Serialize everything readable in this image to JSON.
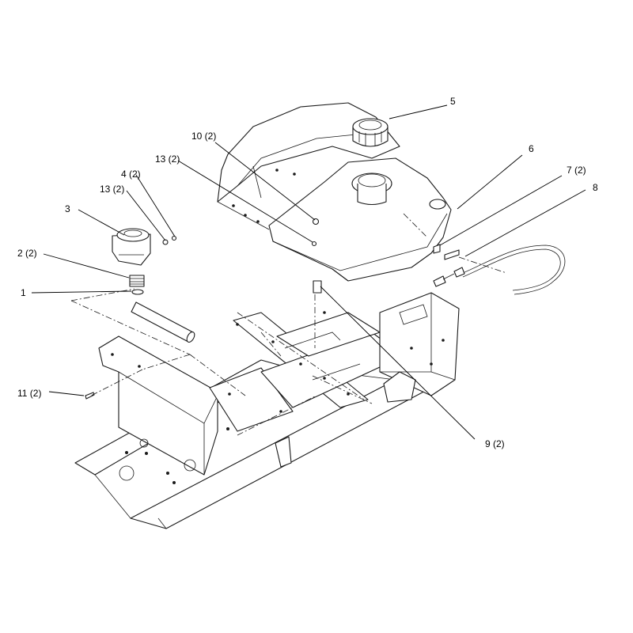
{
  "callouts": {
    "c1": "1",
    "c2": "2 (2)",
    "c3": "3",
    "c4": "4 (2)",
    "c5": "5",
    "c6": "6",
    "c7": "7 (2)",
    "c8": "8",
    "c9": "9 (2)",
    "c10": "10 (2)",
    "c11": "11 (2)",
    "c13a": "13 (2)",
    "c13b": "13 (2)"
  }
}
